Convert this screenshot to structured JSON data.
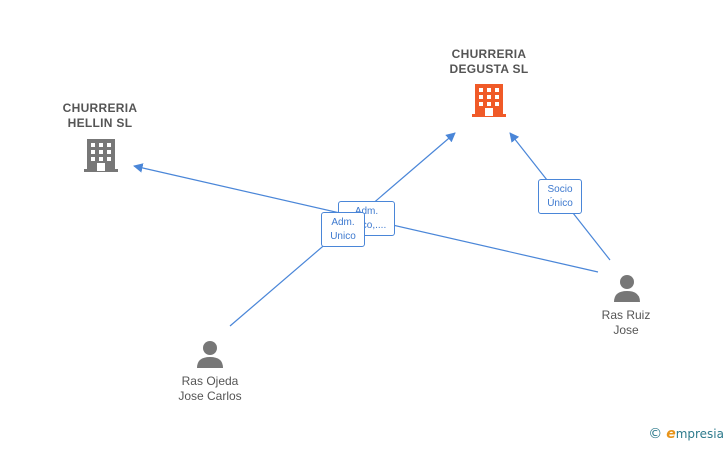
{
  "nodes": {
    "churreria_degusta": {
      "label": "CHURRERIA\nDEGUSTA  SL",
      "type": "company",
      "icon": "building-icon",
      "color": "#f05a28"
    },
    "churreria_hellin": {
      "label": "CHURRERIA\nHELLIN SL",
      "type": "company",
      "icon": "building-icon",
      "color": "#777777"
    },
    "ras_ojeda": {
      "label": "Ras Ojeda\nJose Carlos",
      "type": "person",
      "icon": "person-icon",
      "color": "#777777"
    },
    "ras_ruiz": {
      "label": "Ras Ruiz\nJose",
      "type": "person",
      "icon": "person-icon",
      "color": "#777777"
    }
  },
  "edges": {
    "socio_unico": {
      "label": "Socio\nÚnico"
    },
    "adm_unico_front": {
      "label": "Adm.\nUnico"
    },
    "adm_unico_back": {
      "label": "Adm.\nUnico,...."
    }
  },
  "colors": {
    "edge": "#4a86d8"
  },
  "brand": {
    "copyright": "©",
    "initial": "e",
    "rest": "mpresia"
  }
}
